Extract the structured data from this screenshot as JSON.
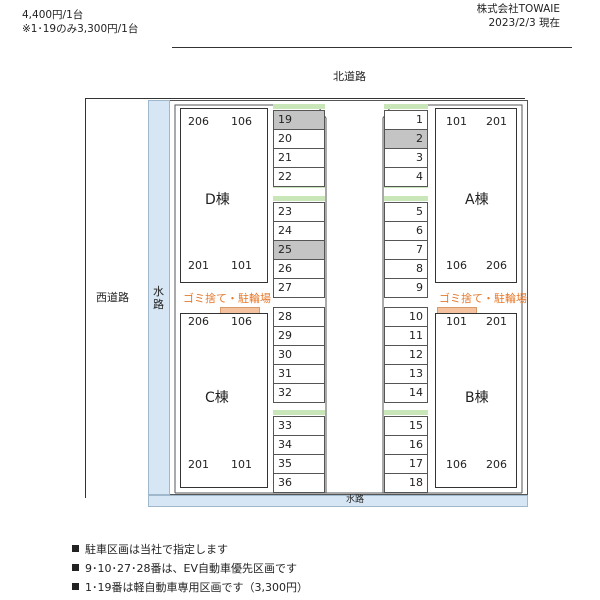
{
  "header": {
    "price": "4,400円/1台",
    "price_note": "※1･19のみ3,300円/1台",
    "company": "株式会社TOWAIE",
    "date": "2023/2/3 現在"
  },
  "roads": {
    "north": "北道路",
    "west": "西道路",
    "water_left": "水路",
    "water_bottom": "水路"
  },
  "buildings": {
    "D": {
      "name": "D棟",
      "rooms": [
        "206",
        "106",
        "201",
        "101"
      ]
    },
    "C": {
      "name": "C棟",
      "rooms": [
        "206",
        "106",
        "201",
        "101"
      ]
    },
    "A": {
      "name": "A棟",
      "rooms": [
        "101",
        "201",
        "106",
        "206"
      ]
    },
    "B": {
      "name": "B棟",
      "rooms": [
        "101",
        "201",
        "106",
        "206"
      ]
    }
  },
  "garbage_label": "ゴミ捨て・駐輪場",
  "slots": {
    "left_1": [
      "19",
      "20",
      "21",
      "22"
    ],
    "left_2": [
      "23",
      "24",
      "25",
      "26",
      "27"
    ],
    "left_3": [
      "28",
      "29",
      "30",
      "31",
      "32"
    ],
    "left_4": [
      "33",
      "34",
      "35",
      "36"
    ],
    "right_1": [
      "1",
      "2",
      "3",
      "4"
    ],
    "right_2": [
      "5",
      "6",
      "7",
      "8",
      "9"
    ],
    "right_3": [
      "10",
      "11",
      "12",
      "13",
      "14"
    ],
    "right_4": [
      "15",
      "16",
      "17",
      "18"
    ]
  },
  "highlighted_slots": [
    "19",
    "25",
    "2"
  ],
  "notes": [
    "駐車区画は当社で指定します",
    "9･10･27･28番は、EV自動車優先区画です",
    "1･19番は軽自動車専用区画です（3,300円）"
  ],
  "colors": {
    "water": "#d6e6f4",
    "green_strip": "#c8e6b8",
    "highlight_slot": "#c4c4c4",
    "garbage_text": "#e8792a",
    "garbage_bar": "#f4c29f"
  }
}
